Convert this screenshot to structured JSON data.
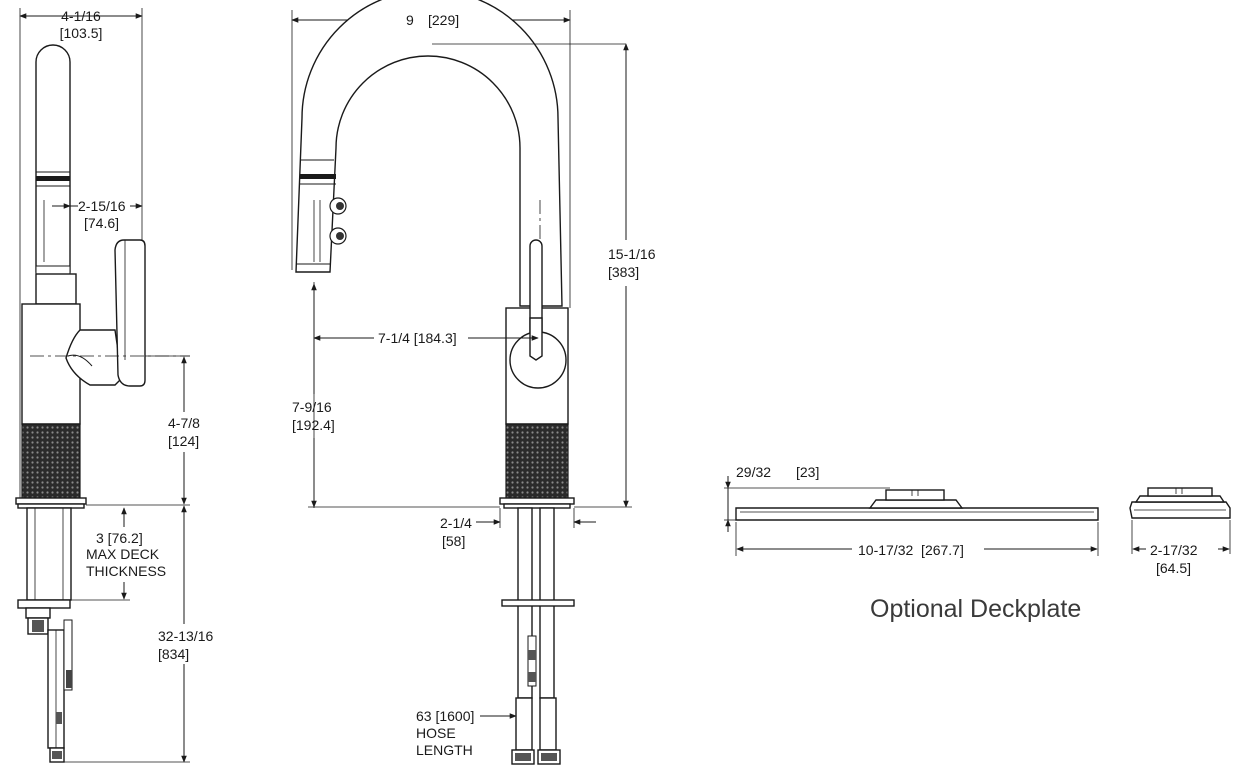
{
  "side_view": {
    "width_in": "4-1/16",
    "width_mm": "[103.5]",
    "spout_in": "2-15/16",
    "spout_mm": "[74.6]",
    "handle_height_in": "4-7/8",
    "handle_height_mm": "[124]",
    "deck_in_mm": "3 [76.2]",
    "deck_line1": "MAX DECK",
    "deck_line2": "THICKNESS",
    "total_in": "32-13/16",
    "total_mm": "[834]"
  },
  "front_view": {
    "reach_in": "9",
    "reach_mm": "[229]",
    "height_in": "15-1/16",
    "height_mm": "[383]",
    "spout_reach": "7-1/4 [184.3]",
    "spout_height_in": "7-9/16",
    "spout_height_mm": "[192.4]",
    "base_in": "2-1/4",
    "base_mm": "[58]",
    "hose_length": "63 [1600]",
    "hose_line1": "HOSE",
    "hose_line2": "LENGTH"
  },
  "deckplate": {
    "height_in": "29/32",
    "height_mm": "[23]",
    "length": "10-17/32  [267.7]",
    "depth_in": "2-17/32",
    "depth_mm": "[64.5]",
    "caption": "Optional Deckplate"
  },
  "colors": {
    "line": "#1a1a1a",
    "knurl": "#2b2b2b",
    "caption": "#3a3a3a"
  }
}
